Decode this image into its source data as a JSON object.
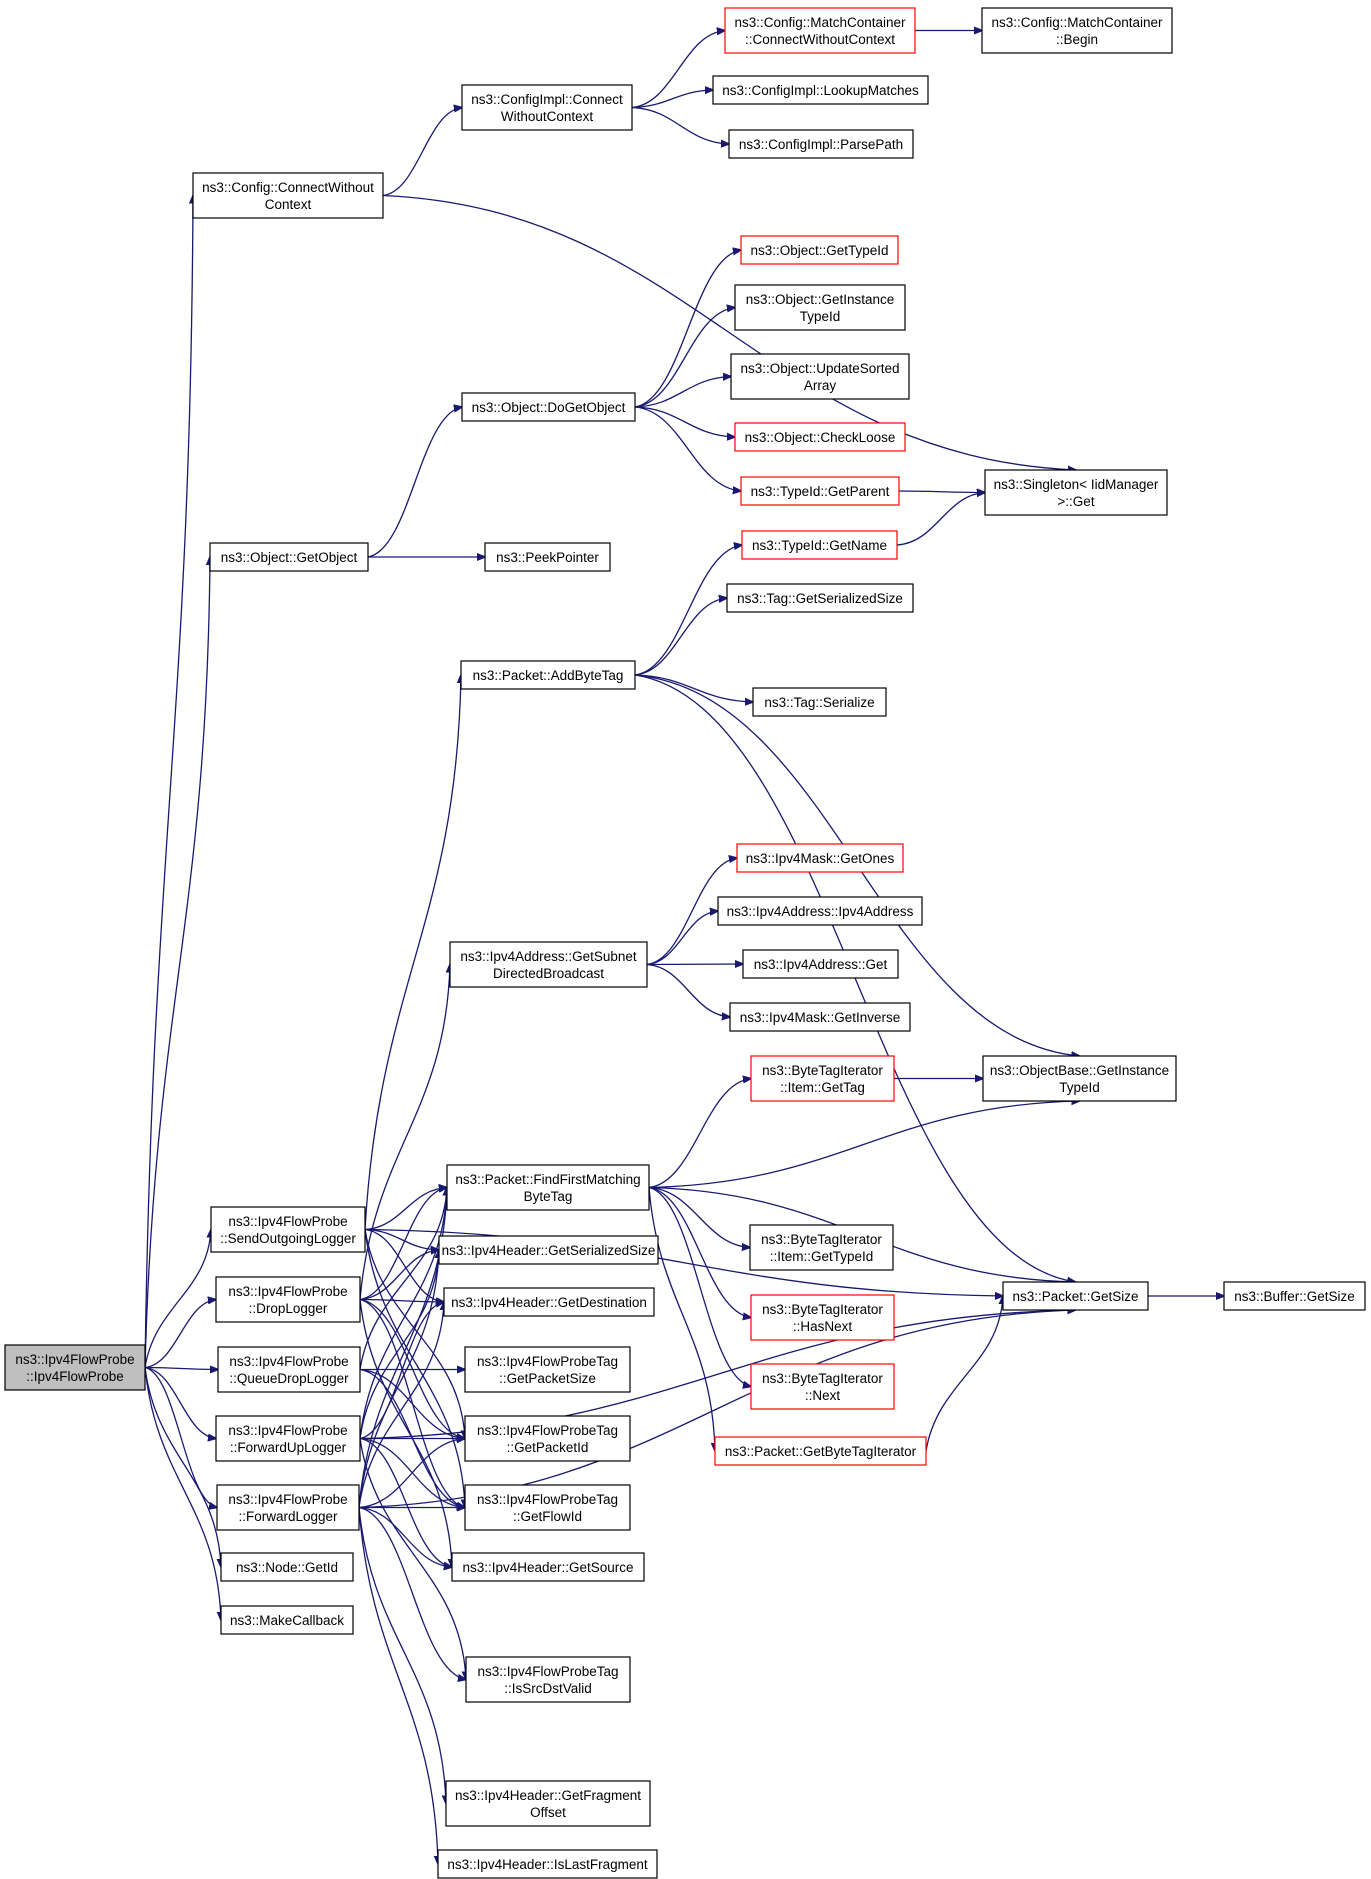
{
  "colors": {
    "edge": "#191970",
    "normal_border": "#000000",
    "truncated_border": "#ff0000",
    "root_fill": "#bfbfbf",
    "node_fill": "#ffffff"
  },
  "graph": {
    "nodes": [
      {
        "id": "root",
        "lines": [
          "ns3::Ipv4FlowProbe",
          "::Ipv4FlowProbe"
        ],
        "kind": "root"
      },
      {
        "id": "cfg_cwc",
        "lines": [
          "ns3::Config::ConnectWithout",
          "Context"
        ],
        "kind": "normal"
      },
      {
        "id": "cimpl_cwc",
        "lines": [
          "ns3::ConfigImpl::Connect",
          "WithoutContext"
        ],
        "kind": "normal"
      },
      {
        "id": "mc_cwc",
        "lines": [
          "ns3::Config::MatchContainer",
          "::ConnectWithoutContext"
        ],
        "kind": "truncated"
      },
      {
        "id": "mc_begin",
        "lines": [
          "ns3::Config::MatchContainer",
          "::Begin"
        ],
        "kind": "normal"
      },
      {
        "id": "lookup",
        "lines": [
          "ns3::ConfigImpl::LookupMatches"
        ],
        "kind": "normal"
      },
      {
        "id": "parsepath",
        "lines": [
          "ns3::ConfigImpl::ParsePath"
        ],
        "kind": "normal"
      },
      {
        "id": "obj_gettypeid",
        "lines": [
          "ns3::Object::GetTypeId"
        ],
        "kind": "truncated"
      },
      {
        "id": "obj_getinst",
        "lines": [
          "ns3::Object::GetInstance",
          "TypeId"
        ],
        "kind": "normal"
      },
      {
        "id": "obj_upd",
        "lines": [
          "ns3::Object::UpdateSorted",
          "Array"
        ],
        "kind": "normal"
      },
      {
        "id": "obj_dogetobj",
        "lines": [
          "ns3::Object::DoGetObject"
        ],
        "kind": "normal"
      },
      {
        "id": "obj_checkloose",
        "lines": [
          "ns3::Object::CheckLoose"
        ],
        "kind": "truncated"
      },
      {
        "id": "typeid_getparent",
        "lines": [
          "ns3::TypeId::GetParent"
        ],
        "kind": "truncated"
      },
      {
        "id": "singleton_get",
        "lines": [
          "ns3::Singleton< IidManager",
          " >::Get"
        ],
        "kind": "normal"
      },
      {
        "id": "obj_getobject",
        "lines": [
          "ns3::Object::GetObject"
        ],
        "kind": "normal"
      },
      {
        "id": "peekpointer",
        "lines": [
          "ns3::PeekPointer"
        ],
        "kind": "normal"
      },
      {
        "id": "typeid_getname",
        "lines": [
          "ns3::TypeId::GetName"
        ],
        "kind": "truncated"
      },
      {
        "id": "tag_getser",
        "lines": [
          "ns3::Tag::GetSerializedSize"
        ],
        "kind": "normal"
      },
      {
        "id": "pkt_addbytetag",
        "lines": [
          "ns3::Packet::AddByteTag"
        ],
        "kind": "normal"
      },
      {
        "id": "tag_serialize",
        "lines": [
          "ns3::Tag::Serialize"
        ],
        "kind": "normal"
      },
      {
        "id": "mask_getones",
        "lines": [
          "ns3::Ipv4Mask::GetOnes"
        ],
        "kind": "truncated"
      },
      {
        "id": "addr_ctor",
        "lines": [
          "ns3::Ipv4Address::Ipv4Address"
        ],
        "kind": "normal"
      },
      {
        "id": "addr_getsubnet",
        "lines": [
          "ns3::Ipv4Address::GetSubnet",
          "DirectedBroadcast"
        ],
        "kind": "normal"
      },
      {
        "id": "addr_get",
        "lines": [
          "ns3::Ipv4Address::Get"
        ],
        "kind": "normal"
      },
      {
        "id": "mask_getinverse",
        "lines": [
          "ns3::Ipv4Mask::GetInverse"
        ],
        "kind": "normal"
      },
      {
        "id": "bti_item_gettag",
        "lines": [
          "ns3::ByteTagIterator",
          "::Item::GetTag"
        ],
        "kind": "truncated"
      },
      {
        "id": "objbase_getinst",
        "lines": [
          "ns3::ObjectBase::GetInstance",
          "TypeId"
        ],
        "kind": "normal"
      },
      {
        "id": "send_logger",
        "lines": [
          "ns3::Ipv4FlowProbe",
          "::SendOutgoingLogger"
        ],
        "kind": "normal"
      },
      {
        "id": "pkt_findfirst",
        "lines": [
          "ns3::Packet::FindFirstMatching",
          "ByteTag"
        ],
        "kind": "normal"
      },
      {
        "id": "hdr_getser",
        "lines": [
          "ns3::Ipv4Header::GetSerializedSize"
        ],
        "kind": "normal"
      },
      {
        "id": "bti_item_gettypeid",
        "lines": [
          "ns3::ByteTagIterator",
          "::Item::GetTypeId"
        ],
        "kind": "normal"
      },
      {
        "id": "drop_logger",
        "lines": [
          "ns3::Ipv4FlowProbe",
          "::DropLogger"
        ],
        "kind": "normal"
      },
      {
        "id": "hdr_getdest",
        "lines": [
          "ns3::Ipv4Header::GetDestination"
        ],
        "kind": "normal"
      },
      {
        "id": "pkt_getsize",
        "lines": [
          "ns3::Packet::GetSize"
        ],
        "kind": "normal"
      },
      {
        "id": "buf_getsize",
        "lines": [
          "ns3::Buffer::GetSize"
        ],
        "kind": "normal"
      },
      {
        "id": "bti_hasnext",
        "lines": [
          "ns3::ByteTagIterator",
          "::HasNext"
        ],
        "kind": "truncated"
      },
      {
        "id": "qdrop_logger",
        "lines": [
          "ns3::Ipv4FlowProbe",
          "::QueueDropLogger"
        ],
        "kind": "normal"
      },
      {
        "id": "tag_getpktsize",
        "lines": [
          "ns3::Ipv4FlowProbeTag",
          "::GetPacketSize"
        ],
        "kind": "normal"
      },
      {
        "id": "bti_next",
        "lines": [
          "ns3::ByteTagIterator",
          "::Next"
        ],
        "kind": "truncated"
      },
      {
        "id": "fwdup_logger",
        "lines": [
          "ns3::Ipv4FlowProbe",
          "::ForwardUpLogger"
        ],
        "kind": "normal"
      },
      {
        "id": "tag_getpktid",
        "lines": [
          "ns3::Ipv4FlowProbeTag",
          "::GetPacketId"
        ],
        "kind": "normal"
      },
      {
        "id": "pkt_getbti",
        "lines": [
          "ns3::Packet::GetByteTagIterator"
        ],
        "kind": "truncated"
      },
      {
        "id": "fwd_logger",
        "lines": [
          "ns3::Ipv4FlowProbe",
          "::ForwardLogger"
        ],
        "kind": "normal"
      },
      {
        "id": "tag_getflowid",
        "lines": [
          "ns3::Ipv4FlowProbeTag",
          "::GetFlowId"
        ],
        "kind": "normal"
      },
      {
        "id": "node_getid",
        "lines": [
          "ns3::Node::GetId"
        ],
        "kind": "normal"
      },
      {
        "id": "hdr_getsrc",
        "lines": [
          "ns3::Ipv4Header::GetSource"
        ],
        "kind": "normal"
      },
      {
        "id": "makecallback",
        "lines": [
          "ns3::MakeCallback"
        ],
        "kind": "normal"
      },
      {
        "id": "tag_issrcdst",
        "lines": [
          "ns3::Ipv4FlowProbeTag",
          "::IsSrcDstValid"
        ],
        "kind": "normal"
      },
      {
        "id": "hdr_getfrag",
        "lines": [
          "ns3::Ipv4Header::GetFragment",
          "Offset"
        ],
        "kind": "normal"
      },
      {
        "id": "hdr_islastfrag",
        "lines": [
          "ns3::Ipv4Header::IsLastFragment"
        ],
        "kind": "normal"
      }
    ],
    "edges": [
      [
        "root",
        "cfg_cwc"
      ],
      [
        "root",
        "obj_getobject"
      ],
      [
        "root",
        "send_logger"
      ],
      [
        "root",
        "drop_logger"
      ],
      [
        "root",
        "qdrop_logger"
      ],
      [
        "root",
        "fwdup_logger"
      ],
      [
        "root",
        "fwd_logger"
      ],
      [
        "root",
        "node_getid"
      ],
      [
        "root",
        "makecallback"
      ],
      [
        "cfg_cwc",
        "cimpl_cwc"
      ],
      [
        "cfg_cwc",
        "singleton_get"
      ],
      [
        "cimpl_cwc",
        "mc_cwc"
      ],
      [
        "cimpl_cwc",
        "lookup"
      ],
      [
        "cimpl_cwc",
        "parsepath"
      ],
      [
        "mc_cwc",
        "mc_begin"
      ],
      [
        "obj_getobject",
        "obj_dogetobj"
      ],
      [
        "obj_getobject",
        "peekpointer"
      ],
      [
        "obj_dogetobj",
        "obj_gettypeid"
      ],
      [
        "obj_dogetobj",
        "obj_getinst"
      ],
      [
        "obj_dogetobj",
        "obj_upd"
      ],
      [
        "obj_dogetobj",
        "obj_checkloose"
      ],
      [
        "obj_dogetobj",
        "typeid_getparent"
      ],
      [
        "typeid_getparent",
        "singleton_get"
      ],
      [
        "typeid_getname",
        "singleton_get"
      ],
      [
        "pkt_addbytetag",
        "typeid_getname"
      ],
      [
        "pkt_addbytetag",
        "tag_getser"
      ],
      [
        "pkt_addbytetag",
        "objbase_getinst"
      ],
      [
        "pkt_addbytetag",
        "tag_serialize"
      ],
      [
        "pkt_addbytetag",
        "pkt_getsize"
      ],
      [
        "addr_getsubnet",
        "mask_getones"
      ],
      [
        "addr_getsubnet",
        "addr_ctor"
      ],
      [
        "addr_getsubnet",
        "addr_get"
      ],
      [
        "addr_getsubnet",
        "mask_getinverse"
      ],
      [
        "bti_item_gettag",
        "objbase_getinst"
      ],
      [
        "send_logger",
        "pkt_addbytetag"
      ],
      [
        "send_logger",
        "pkt_getsize"
      ],
      [
        "send_logger",
        "pkt_findfirst"
      ],
      [
        "send_logger",
        "hdr_getser"
      ],
      [
        "send_logger",
        "hdr_getdest"
      ],
      [
        "send_logger",
        "tag_getpktid"
      ],
      [
        "send_logger",
        "tag_getflowid"
      ],
      [
        "pkt_findfirst",
        "bti_item_gettag"
      ],
      [
        "pkt_findfirst",
        "objbase_getinst"
      ],
      [
        "pkt_findfirst",
        "bti_item_gettypeid"
      ],
      [
        "pkt_findfirst",
        "bti_hasnext"
      ],
      [
        "pkt_findfirst",
        "bti_next"
      ],
      [
        "pkt_findfirst",
        "pkt_getbti"
      ],
      [
        "pkt_getbti",
        "pkt_getsize"
      ],
      [
        "pkt_findfirst",
        "pkt_getsize"
      ],
      [
        "pkt_getsize",
        "buf_getsize"
      ],
      [
        "drop_logger",
        "addr_getsubnet"
      ],
      [
        "drop_logger",
        "pkt_findfirst"
      ],
      [
        "drop_logger",
        "hdr_getser"
      ],
      [
        "drop_logger",
        "hdr_getdest"
      ],
      [
        "drop_logger",
        "tag_getpktid"
      ],
      [
        "drop_logger",
        "tag_getflowid"
      ],
      [
        "drop_logger",
        "hdr_getsrc"
      ],
      [
        "qdrop_logger",
        "pkt_findfirst"
      ],
      [
        "qdrop_logger",
        "tag_getpktsize"
      ],
      [
        "qdrop_logger",
        "tag_getpktid"
      ],
      [
        "qdrop_logger",
        "tag_getflowid"
      ],
      [
        "fwdup_logger",
        "pkt_findfirst"
      ],
      [
        "fwdup_logger",
        "hdr_getser"
      ],
      [
        "fwdup_logger",
        "hdr_getdest"
      ],
      [
        "fwdup_logger",
        "tag_getpktid"
      ],
      [
        "fwdup_logger",
        "tag_getflowid"
      ],
      [
        "fwdup_logger",
        "hdr_getsrc"
      ],
      [
        "fwdup_logger",
        "tag_issrcdst"
      ],
      [
        "fwdup_logger",
        "pkt_getsize"
      ],
      [
        "fwd_logger",
        "pkt_findfirst"
      ],
      [
        "fwd_logger",
        "hdr_getser"
      ],
      [
        "fwd_logger",
        "hdr_getdest"
      ],
      [
        "fwd_logger",
        "tag_getpktid"
      ],
      [
        "fwd_logger",
        "tag_getflowid"
      ],
      [
        "fwd_logger",
        "hdr_getsrc"
      ],
      [
        "fwd_logger",
        "tag_issrcdst"
      ],
      [
        "fwd_logger",
        "pkt_getsize"
      ],
      [
        "fwd_logger",
        "hdr_getfrag"
      ],
      [
        "fwd_logger",
        "hdr_islastfrag"
      ]
    ]
  }
}
